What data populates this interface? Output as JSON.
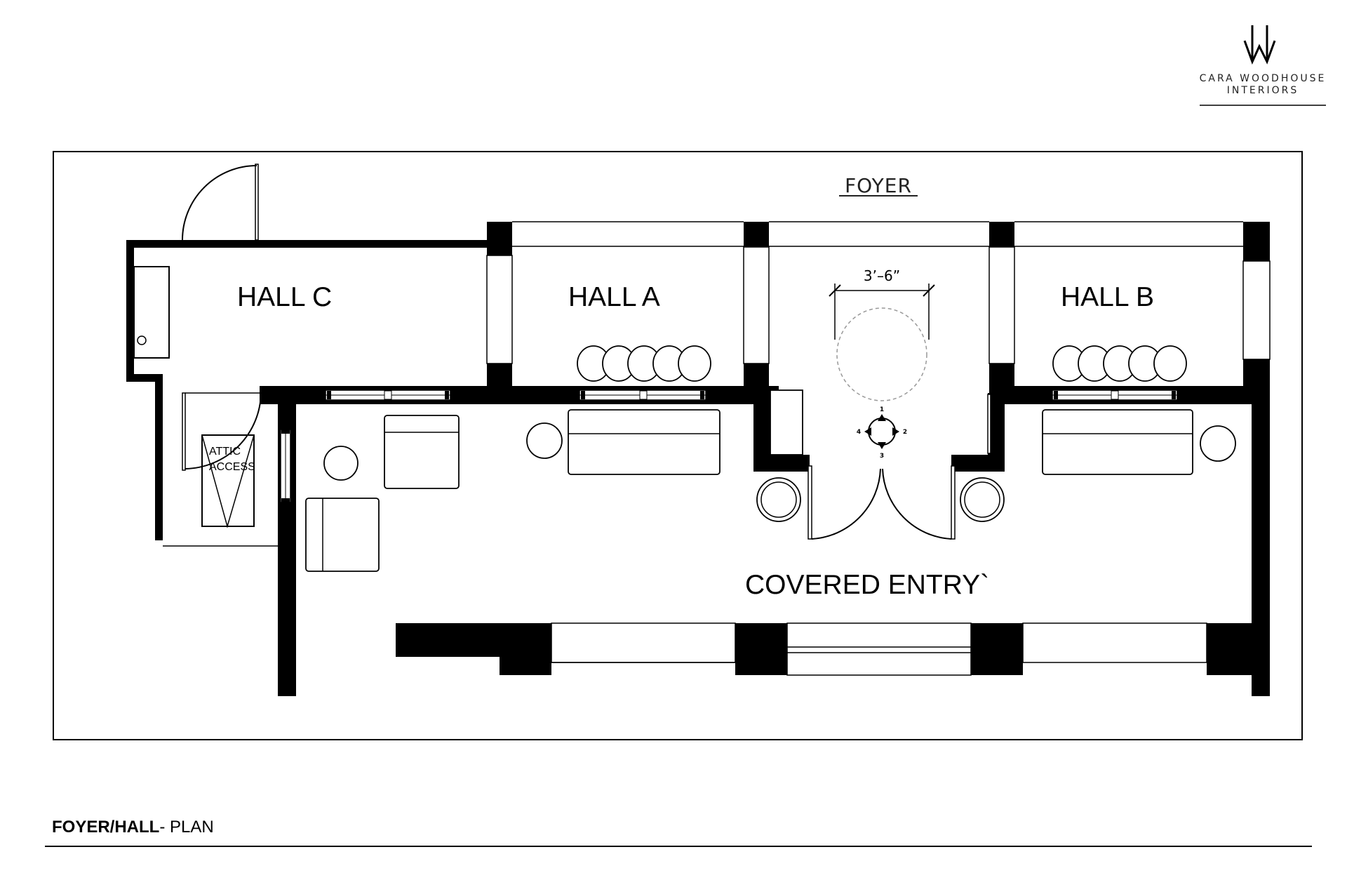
{
  "brand": {
    "name_line1": "CARA WOODHOUSE",
    "name_line2": "INTERIORS",
    "logo_letter": "W"
  },
  "plan": {
    "foyer_label": "FOYER",
    "rooms": {
      "hall_c": "HALL C",
      "hall_a": "HALL A",
      "hall_b": "HALL B",
      "covered_entry": "COVERED ENTRY`"
    },
    "attic_line1": "ATTIC",
    "attic_line2": "ACCESS",
    "dimension": "3’–6”",
    "compass": {
      "n": "1",
      "e": "2",
      "s": "3",
      "w": "4"
    }
  },
  "footer": {
    "title_bold": "FOYER/HALL",
    "title_rest": "- PLAN"
  }
}
